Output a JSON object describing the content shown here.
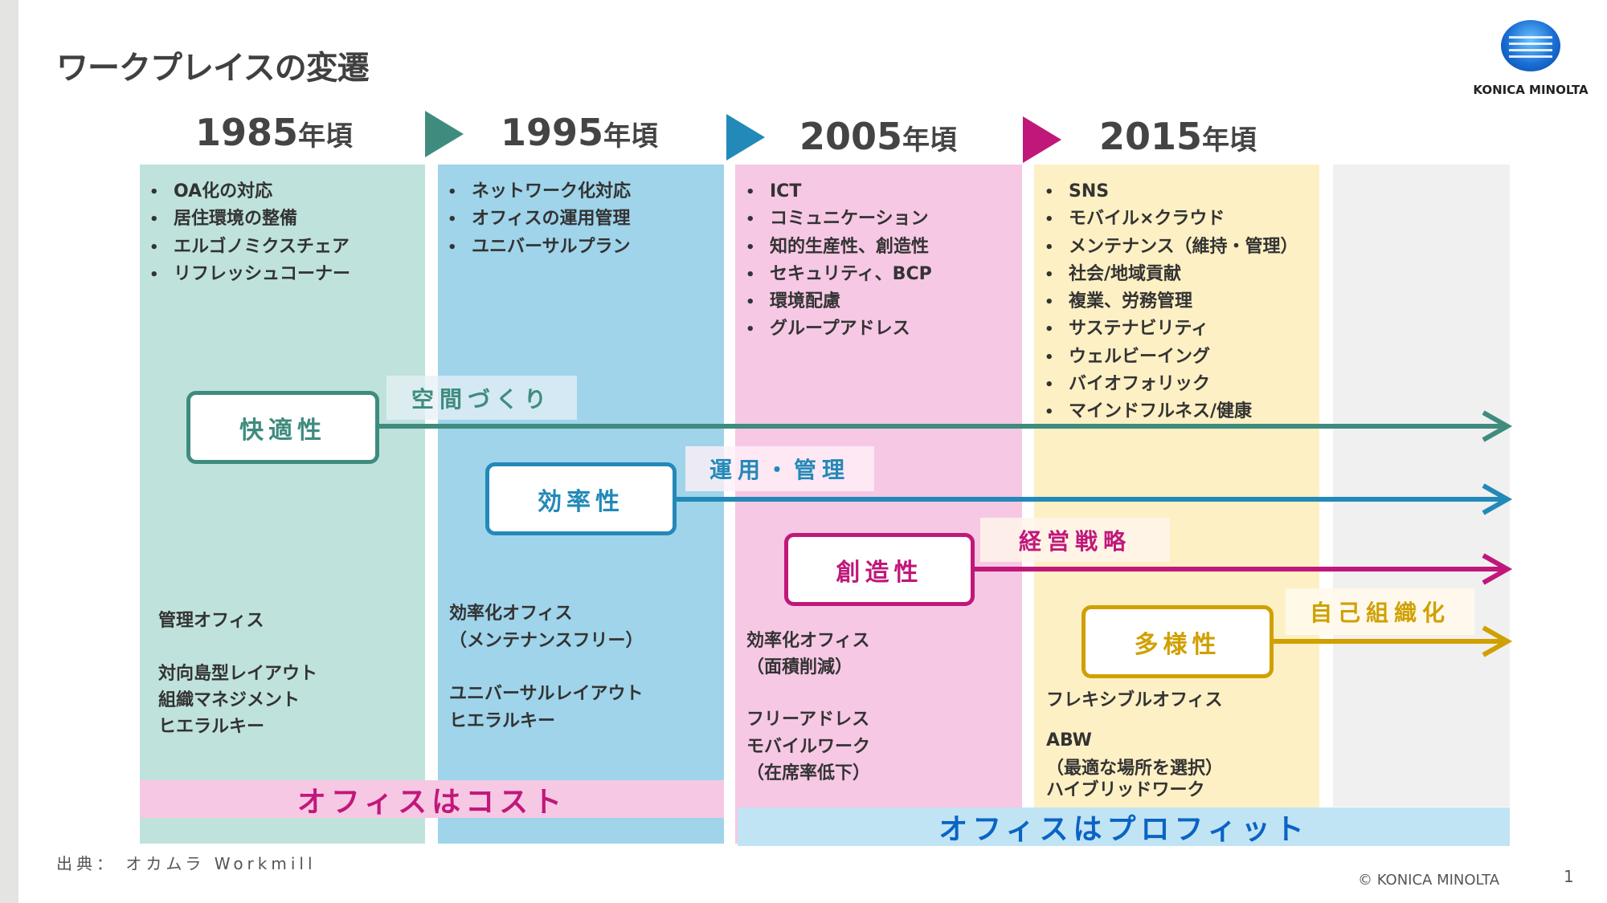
{
  "title": "ワークプレイスの変遷",
  "logo": {
    "name": "KONICA MINOLTA"
  },
  "eras": [
    {
      "year": "1985",
      "suffix": "年頃",
      "bullets": [
        "OA化の対応",
        "居住環境の整備",
        "エルゴノミクスチェア",
        "リフレッシュコーナー"
      ],
      "office": [
        "管理オフィス",
        "",
        "対向島型レイアウト",
        "組織マネジメント",
        "ヒエラルキー"
      ]
    },
    {
      "year": "1995",
      "suffix": "年頃",
      "bullets": [
        "ネットワーク化対応",
        "オフィスの運用管理",
        "ユニバーサルプラン"
      ],
      "office": [
        "効率化オフィス",
        "（メンテナンスフリー）",
        "",
        "ユニバーサルレイアウト",
        "ヒエラルキー"
      ]
    },
    {
      "year": "2005",
      "suffix": "年頃",
      "bullets": [
        "ICT",
        "コミュニケーション",
        "知的生産性、創造性",
        "セキュリティ、BCP",
        "環境配慮",
        "グループアドレス"
      ],
      "office": [
        "効率化オフィス",
        "（面積削減）",
        "",
        "フリーアドレス",
        "モバイルワーク",
        "（在席率低下）"
      ]
    },
    {
      "year": "2015",
      "suffix": "年頃",
      "bullets": [
        "SNS",
        "モバイル×クラウド",
        "メンテナンス（維持・管理）",
        "社会/地域貢献",
        "複業、労務管理",
        "サステナビリティ",
        "ウェルビーイング",
        "バイオフォリック",
        "マインドフルネス/健康"
      ],
      "office": [
        "フレキシブルオフィス",
        "ABW",
        "（最適な場所を選択）",
        "ハイブリッドワーク"
      ]
    }
  ],
  "themes": [
    {
      "box": "快適性",
      "label": "空間づくり",
      "color": "#3f8c7e"
    },
    {
      "box": "効率性",
      "label": "運用・管理",
      "color": "#2389b8"
    },
    {
      "box": "創造性",
      "label": "経営戦略",
      "color": "#c0187a"
    },
    {
      "box": "多様性",
      "label": "自己組織化",
      "color": "#d0a000"
    }
  ],
  "bands": {
    "cost": "オフィスはコスト",
    "profit": "オフィスはプロフィット"
  },
  "source": "出典： オカムラ Workmill",
  "copyright": "© KONICA MINOLTA",
  "page": "1",
  "colors": {
    "col1": "#bfe2dc",
    "col2": "#9fd4ea",
    "col3": "#f6c8e4",
    "col4": "#fdf0c4",
    "col5": "#f0f0f0"
  }
}
